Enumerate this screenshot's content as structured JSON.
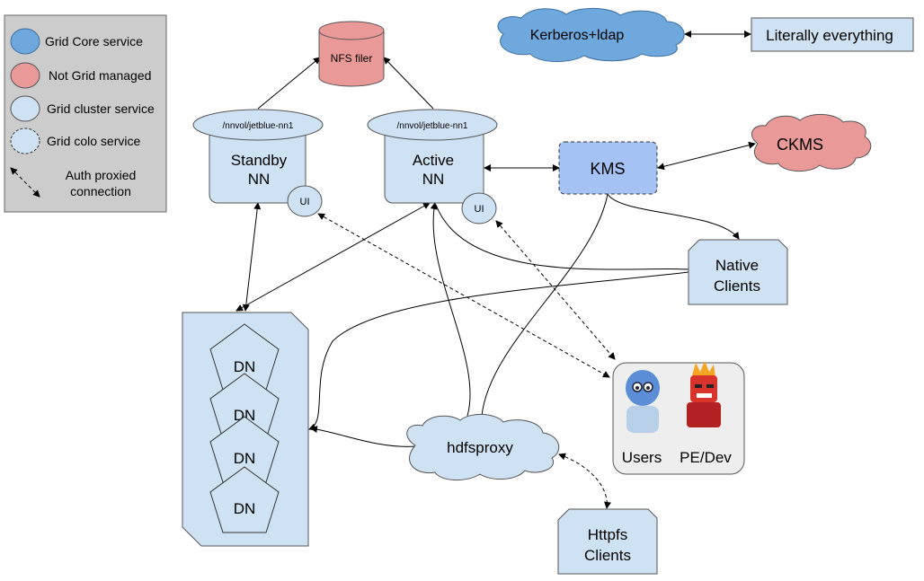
{
  "legend": {
    "items": [
      {
        "label": "Grid Core service"
      },
      {
        "label": "Not Grid managed"
      },
      {
        "label": "Grid cluster service"
      },
      {
        "label": "Grid colo service"
      }
    ],
    "auth_line1": "Auth proxied",
    "auth_line2": "connection"
  },
  "colors": {
    "core": "#6fa8dc",
    "not_managed": "#ea9999",
    "cluster": "#cfe2f3",
    "colo": "#a4c2f4",
    "legend_bg": "#cccccc"
  },
  "nodes": {
    "nfs_filer": "NFS filer",
    "kerberos": "Kerberos+ldap",
    "literally": "Literally everything",
    "standby_vol": "/nnvol/jetblue-nn1",
    "active_vol": "/nnvol/jetblue-nn1",
    "standby_line1": "Standby",
    "standby_line2": "NN",
    "active_line1": "Active",
    "active_line2": "NN",
    "ui": "UI",
    "kms": "KMS",
    "ckms": "CKMS",
    "native_line1": "Native",
    "native_line2": "Clients",
    "dn": "DN",
    "hdfsproxy": "hdfsproxy",
    "users": "Users",
    "pedev": "PE/Dev",
    "httpfs_line1": "Httpfs",
    "httpfs_line2": "Clients"
  }
}
